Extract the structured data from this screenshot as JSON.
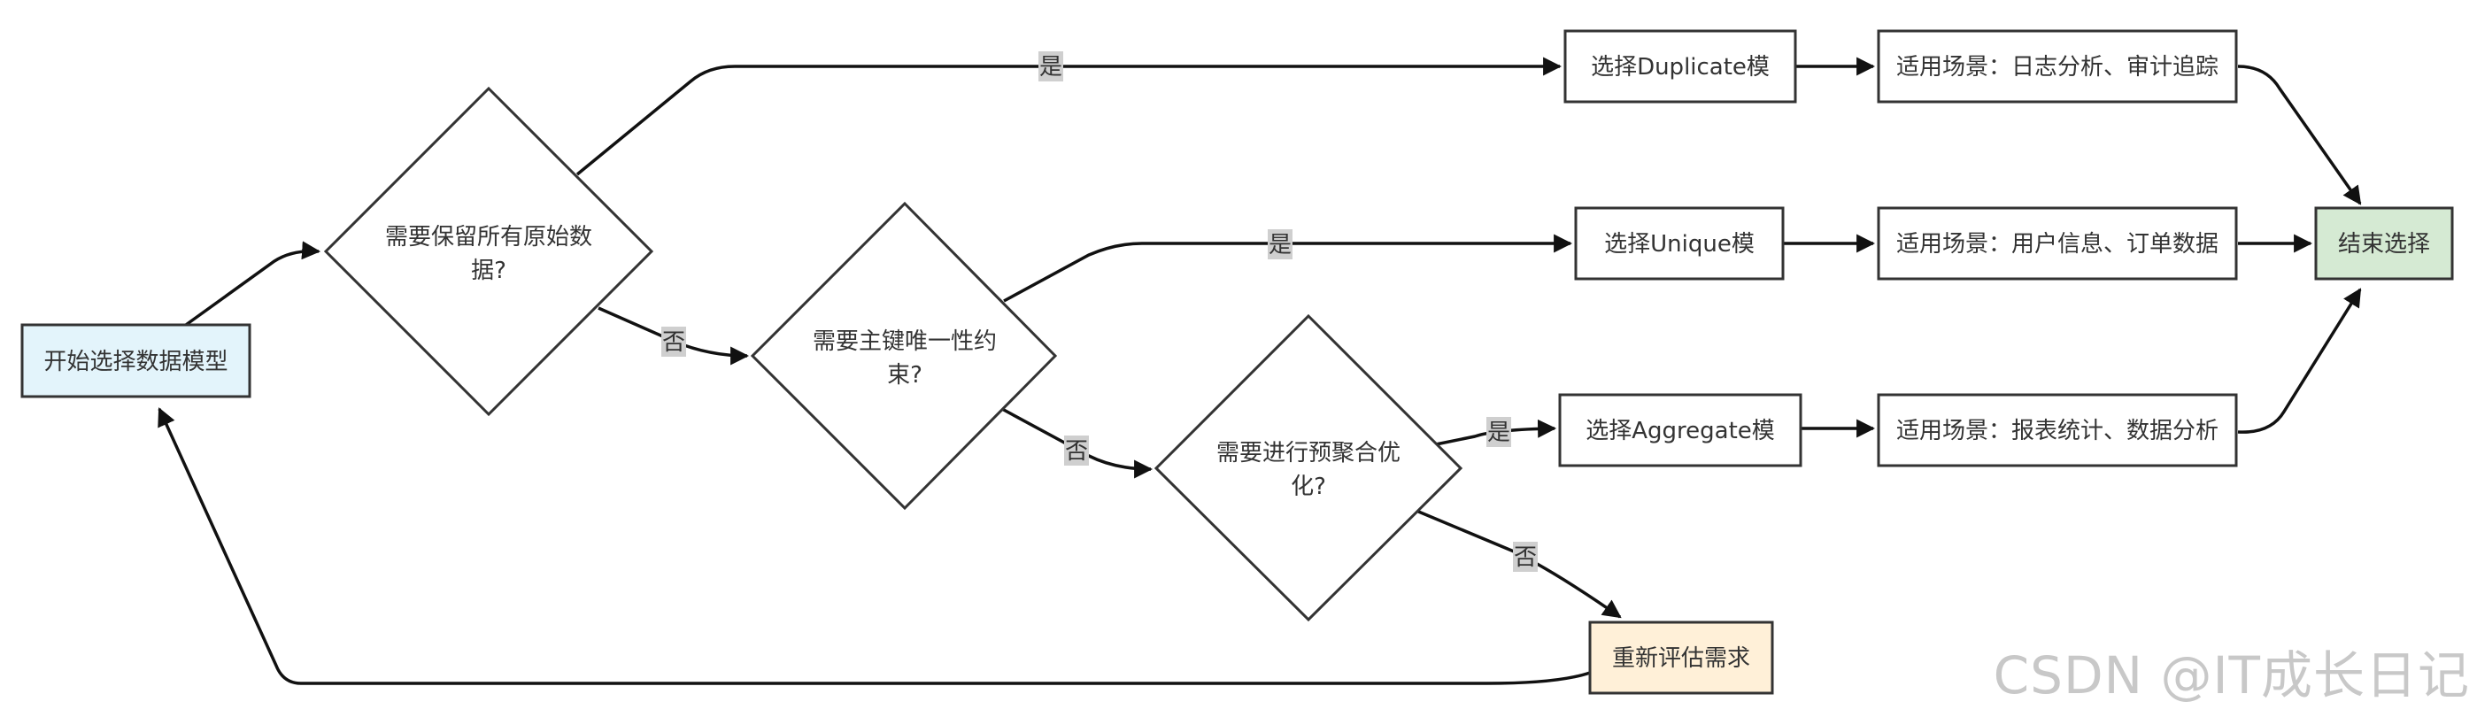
{
  "colors": {
    "start_fill": "#e3f4fb",
    "end_fill": "#d5ead3",
    "reeval_fill": "#fff0d8",
    "process_fill": "#ffffff",
    "stroke": "#333333",
    "label_bg": "#cfcfcf"
  },
  "nodes": {
    "start": "开始选择数据模型",
    "q1": [
      "需要保留所有原始数",
      "据?"
    ],
    "q2": [
      "需要主键唯一性约",
      "束?"
    ],
    "q3": [
      "需要进行预聚合优",
      "化?"
    ],
    "dup": "选择Duplicate模",
    "uniq": "选择Unique模",
    "agg": "选择Aggregate模",
    "scene_dup": "适用场景：日志分析、审计追踪",
    "scene_uniq": "适用场景：用户信息、订单数据",
    "scene_agg": "适用场景：报表统计、数据分析",
    "end": "结束选择",
    "reeval": "重新评估需求"
  },
  "edge_labels": {
    "yes": "是",
    "no": "否"
  },
  "watermark": "CSDN @IT成长日记"
}
